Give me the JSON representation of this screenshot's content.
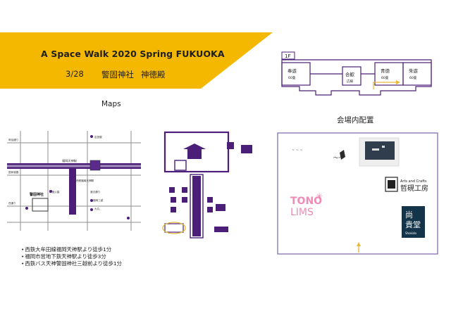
{
  "header": {
    "title": "A Space Walk 2020 Spring FUKUOKA",
    "date": "3/28",
    "venue": "警固神社",
    "hall": "神徳殿"
  },
  "sections": {
    "maps_title": "Maps",
    "layout_title": "会場内配置"
  },
  "access": [
    "西鉄大牟田線福岡天神駅より徒歩1分",
    "福岡市営地下鉄天神駅より徒歩3分",
    "西鉄バス天神警固神社三越前より徒歩1分"
  ],
  "floor_plan": {
    "floor": "1F",
    "rooms": [
      {
        "name": "奉遊",
        "size": "60畳"
      },
      {
        "name": "合歓",
        "size": "広縁"
      },
      {
        "name": "青徳",
        "size": "60畳"
      },
      {
        "name": "朱遊",
        "size": "60畳"
      }
    ]
  },
  "area_map": {
    "station": "福岡天神駅",
    "line_label": "西鉄福岡天神駅",
    "shrine": "警固神社",
    "labels": [
      "明治通り",
      "国体道路",
      "渡辺通り",
      "西通り",
      "福岡三越",
      "警固公園",
      "岩田屋",
      "大丸"
    ]
  },
  "exhibitors": {
    "tono": "TONO",
    "lims": "LIMS",
    "kobo_sub": "Arts and Crafts",
    "kobo_name": "哲硯工房",
    "shokido": "尚貴堂",
    "shokido_sub": "Shokido"
  },
  "colors": {
    "banner": "#f5b800",
    "accent": "#4b1e78",
    "tono": "#f08ab6",
    "arrow": "#e7b93a"
  }
}
